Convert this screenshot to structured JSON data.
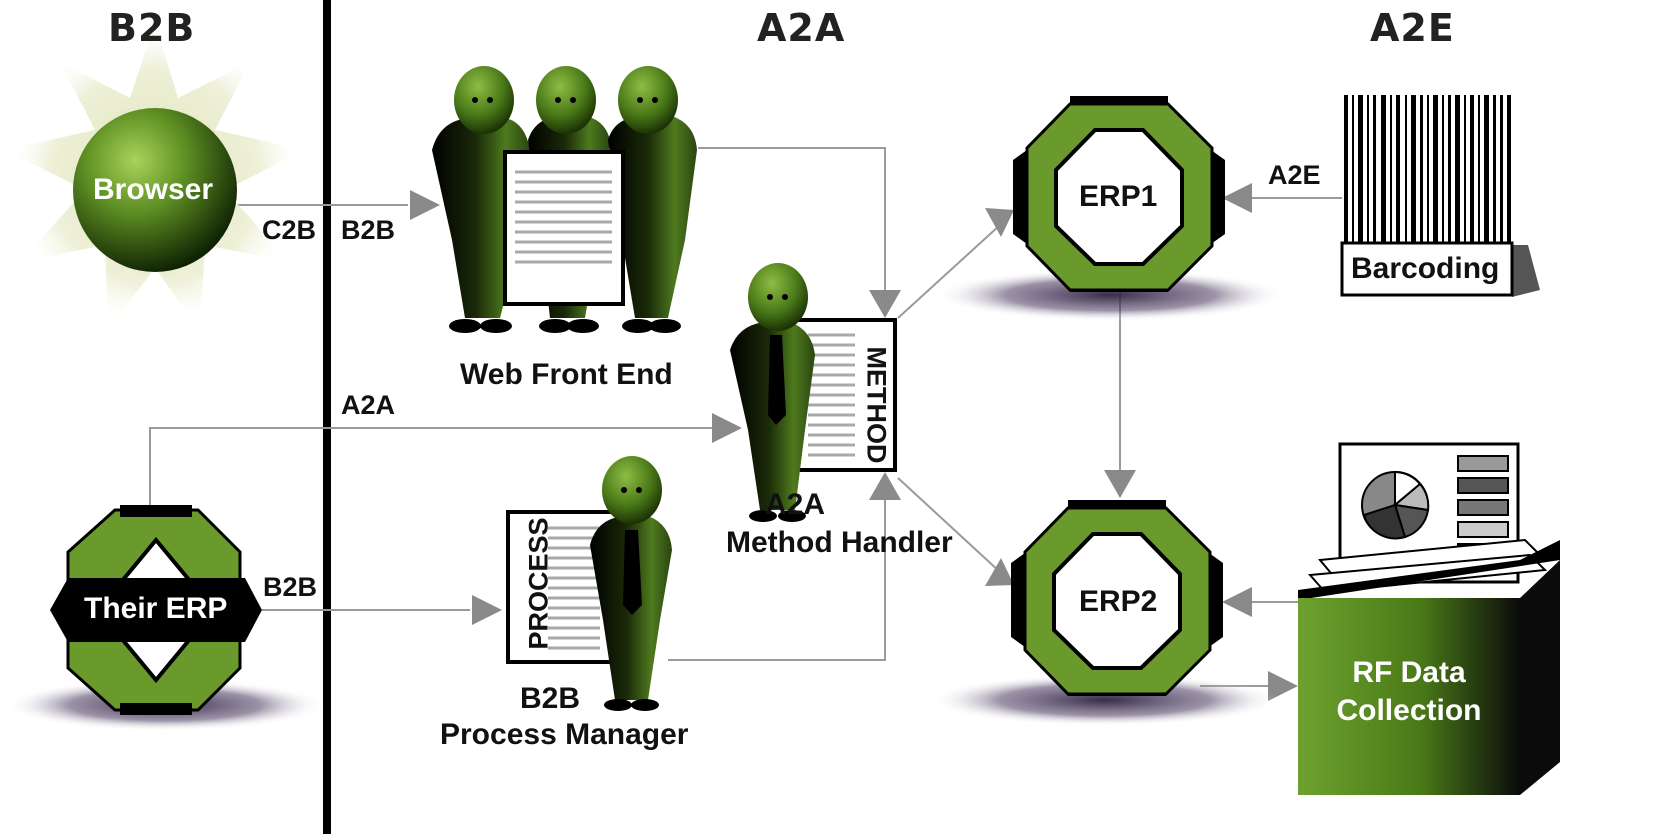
{
  "headers": {
    "b2b": "B2B",
    "a2a": "A2A",
    "a2e": "A2E"
  },
  "nodes": {
    "browser": "Browser",
    "web_front_end": "Web Front End",
    "method_doc": "METHOD",
    "method_handler_line1": "A2A",
    "method_handler_line2": "Method Handler",
    "process_doc": "PROCESS",
    "process_manager_line1": "B2B",
    "process_manager_line2": "Process Manager",
    "their_erp": "Their ERP",
    "erp1": "ERP1",
    "erp2": "ERP2",
    "barcoding": "Barcoding",
    "rf_line1": "RF Data",
    "rf_line2": "Collection"
  },
  "edges": {
    "c2b": "C2B",
    "b2b_web": "B2B",
    "a2a_link": "A2A",
    "b2b_their": "B2B",
    "a2e_link": "A2E"
  },
  "colors": {
    "green": "#6a9a2c",
    "green_dark": "#2c4a0e",
    "black": "#0a0a0a",
    "arrow": "#8a8a8a"
  }
}
